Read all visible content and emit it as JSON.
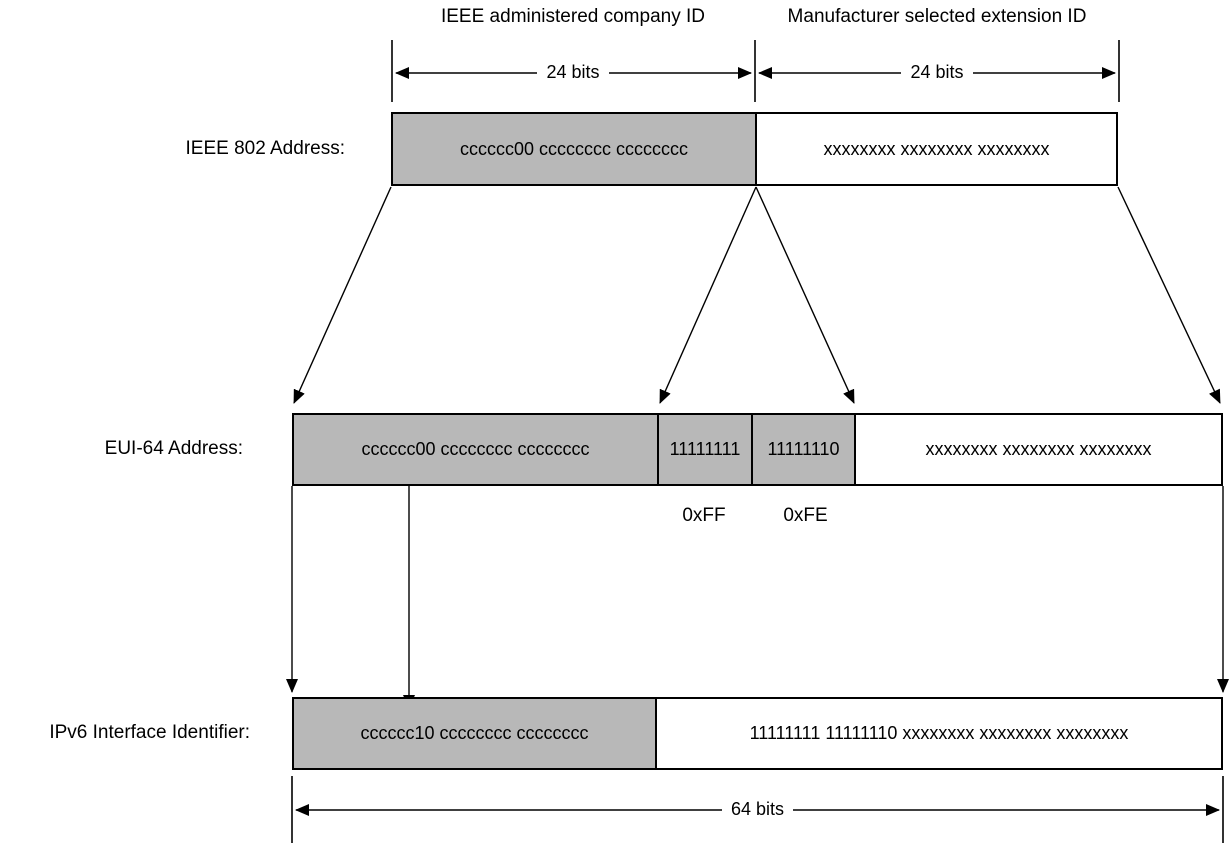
{
  "diagram": {
    "top_labels": {
      "company_id": "IEEE administered company ID",
      "extension_id": "Manufacturer selected extension ID"
    },
    "measurements": {
      "bits24_left": "24 bits",
      "bits24_right": "24 bits",
      "bits64": "64 bits"
    },
    "rows": {
      "ieee802": {
        "label": "IEEE 802 Address:",
        "company_bits": "cccccc00 cccccccc cccccccc",
        "extension_bits": "xxxxxxxx xxxxxxxx xxxxxxxx"
      },
      "eui64": {
        "label": "EUI-64 Address:",
        "company_bits": "cccccc00 cccccccc cccccccc",
        "ff_bits": "11111111",
        "fe_bits": "11111110",
        "extension_bits": "xxxxxxxx xxxxxxxx xxxxxxxx",
        "ff_hex": "0xFF",
        "fe_hex": "0xFE"
      },
      "ipv6": {
        "label": "IPv6 Interface Identifier:",
        "company_bits": "cccccc10 cccccccc cccccccc",
        "suffix_bits": "11111111 11111110 xxxxxxxx xxxxxxxx xxxxxxxx"
      }
    },
    "colors": {
      "field_gray": "#b8b8b8",
      "field_white": "#ffffff",
      "line": "#000000"
    }
  }
}
